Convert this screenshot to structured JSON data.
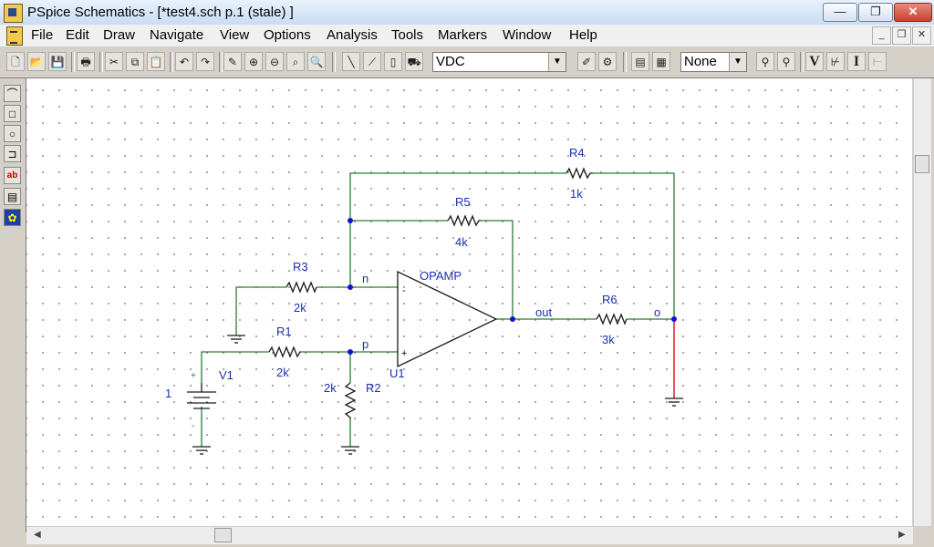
{
  "window": {
    "title": "PSpice Schematics - [*test4.sch  p.1 (stale)  ]",
    "min_glyph": "—",
    "max_glyph": "❐",
    "close_glyph": "✕"
  },
  "menu": {
    "items": [
      "File",
      "Edit",
      "Draw",
      "Navigate",
      "View",
      "Options",
      "Analysis",
      "Tools",
      "Markers",
      "Window",
      "Help"
    ],
    "doc_min": "_",
    "doc_restore": "❐",
    "doc_close": "✕"
  },
  "toolbar": {
    "part_combo_value": "VDC",
    "marker_combo_value": "None",
    "v_label": "V",
    "i_label": "I"
  },
  "colors": {
    "wire": "#2e7d32",
    "label": "#1b2fb0",
    "junction": "#1010d0",
    "highlight_wire": "#cc0000"
  },
  "schematic": {
    "parts": {
      "R1": {
        "ref": "R1",
        "value": "2k"
      },
      "R2": {
        "ref": "R2",
        "value": "2k"
      },
      "R3": {
        "ref": "R3",
        "value": "2k"
      },
      "R4": {
        "ref": "R4",
        "value": "1k"
      },
      "R5": {
        "ref": "R5",
        "value": "4k"
      },
      "R6": {
        "ref": "R6",
        "value": "3k"
      },
      "V1": {
        "ref": "V1",
        "value": "1",
        "plus": "+",
        "minus": "-"
      },
      "U1": {
        "ref": "U1",
        "model": "OPAMP",
        "inv": "-",
        "noninv": "+"
      }
    },
    "nets": {
      "n": "n",
      "p": "p",
      "out": "out",
      "o": "o"
    }
  }
}
